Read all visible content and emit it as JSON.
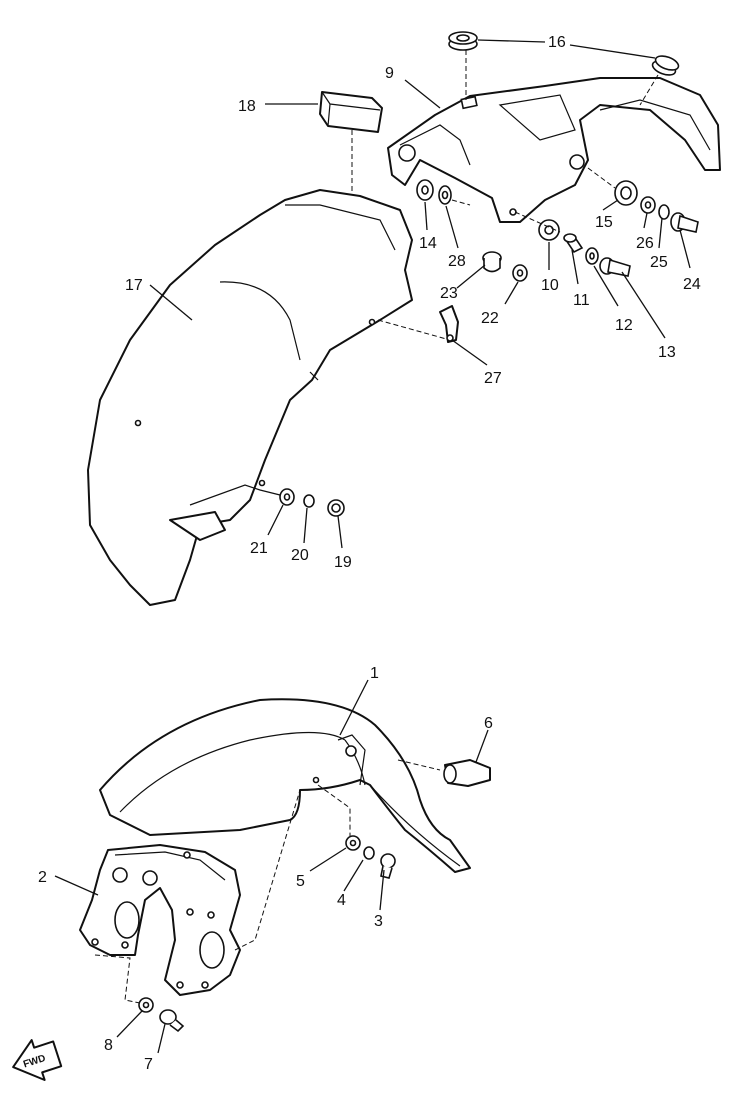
{
  "callouts": {
    "c1": "1",
    "c2": "2",
    "c3": "3",
    "c4": "4",
    "c5": "5",
    "c6": "6",
    "c7": "7",
    "c8": "8",
    "c9": "9",
    "c10": "10",
    "c11": "11",
    "c12": "12",
    "c13": "13",
    "c14": "14",
    "c15": "15",
    "c16": "16",
    "c17": "17",
    "c18": "18",
    "c19": "19",
    "c20": "20",
    "c21": "21",
    "c22": "22",
    "c23": "23",
    "c24": "24",
    "c25": "25",
    "c26": "26",
    "c27": "27",
    "c28": "28"
  },
  "fwd_label": "FWD"
}
